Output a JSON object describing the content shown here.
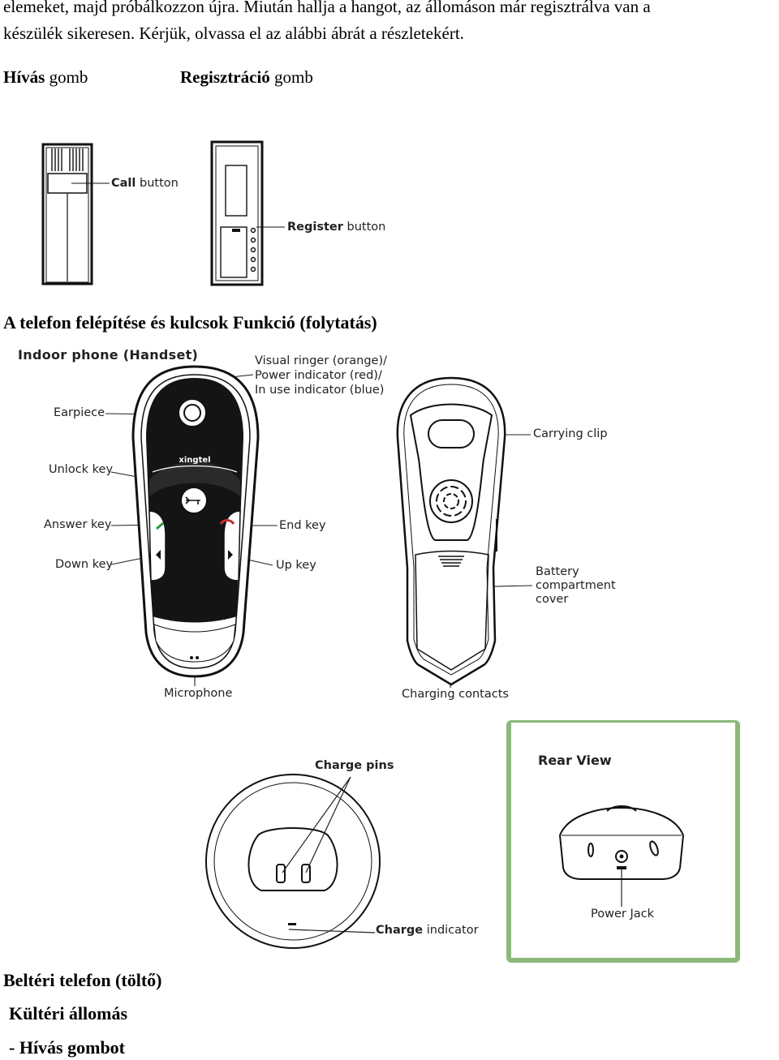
{
  "intro": {
    "line1": "elemeket, majd próbálkozzon újra. Miután hallja a hangot, az állomáson már regisztrálva van a",
    "line2": "készülék sikeresen. Kérjük, olvassa el az alábbi ábrát a részletekért."
  },
  "buttons_row": {
    "call_bold": "Hívás",
    "call_rest": " gomb",
    "register_bold": "Regisztráció",
    "register_rest": " gomb"
  },
  "top_figure": {
    "call_bold": "Call",
    "call_rest": " button",
    "register_bold": "Register",
    "register_rest": " button"
  },
  "section_title": "A telefon felépítése és kulcsok Funkció (folytatás)",
  "handset_figure": {
    "title": "Indoor phone (Handset)",
    "visual_ringer": [
      "Visual ringer (orange)/",
      "Power indicator (red)/",
      "In use indicator (blue)"
    ],
    "earpiece": "Earpiece",
    "unlock_key": "Unlock key",
    "answer_key": "Answer key",
    "down_key": "Down key",
    "end_key": "End key",
    "up_key": "Up key",
    "microphone": "Microphone",
    "carrying_clip": "Carrying clip",
    "battery_cover": [
      "Battery",
      "compartment",
      "cover"
    ],
    "charging_contacts": "Charging contacts",
    "brand": "xingtel"
  },
  "charger_figure": {
    "charge_pins": "Charge pins",
    "charge_bold": "Charge",
    "charge_rest": " indicator"
  },
  "rear_figure": {
    "title": "Rear View",
    "power_jack": "Power Jack"
  },
  "bottom": {
    "line1": "Beltéri telefon (töltő)",
    "line2": "Kültéri állomás",
    "line3": "- Hívás gombot"
  },
  "colors": {
    "rear_frame": "#8cb87a",
    "answer_green": "#2a9a3a",
    "end_red": "#c43030"
  }
}
